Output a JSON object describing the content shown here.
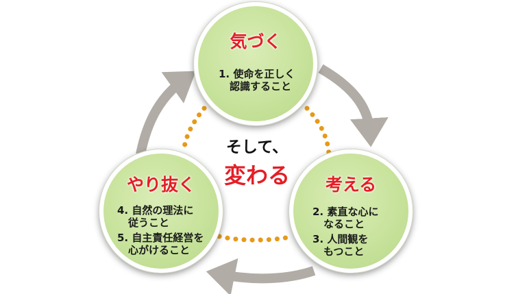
{
  "colors": {
    "accent_red": "#e41e26",
    "circle_green": "#c8e39c",
    "arrow_gray": "#b1aca6",
    "dot_orange": "#e69a1a"
  },
  "center": {
    "line1": "そして、",
    "line2": "変わる"
  },
  "nodes": [
    {
      "title": "気づく",
      "lines": [
        "1. 使命を正しく",
        "認識すること"
      ]
    },
    {
      "title": "考える",
      "lines": [
        "2. 素直な心に",
        "なること",
        "3. 人間観を",
        "もつこと"
      ]
    },
    {
      "title": "やり抜く",
      "lines": [
        "4. 自然の理法に",
        "従うこと",
        "5. 自主責任経営を",
        "心がけること"
      ]
    }
  ]
}
